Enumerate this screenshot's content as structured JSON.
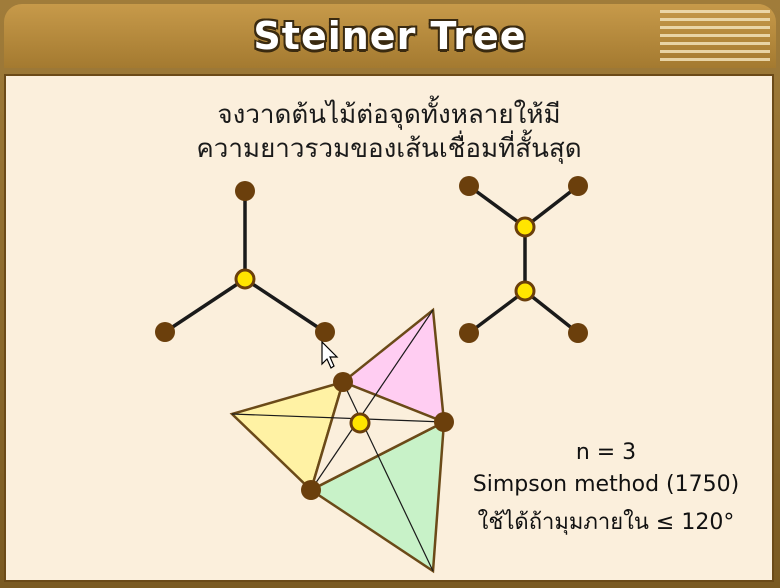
{
  "slide": {
    "title": "Steiner Tree",
    "heading_line1": "จงวาดต้นไม้ต่อจุดทั้งหลายให้มี",
    "heading_line2": "ความยาวรวมของเส้นเชื่อมที่สั้นสุด",
    "caption_n": "n = 3",
    "caption_method": "Simpson method (1750)",
    "caption_condition": "ใช้ได้ถ้ามุมภายใน ≤ 120°"
  },
  "colors": {
    "terminal_node": "#6b3f0c",
    "steiner_node": "#ffe500",
    "triangle_pink": "#ffc8f0",
    "triangle_yellow": "#fff0a0",
    "triangle_green": "#c6f0c6",
    "edge": "#1a1a1a"
  }
}
